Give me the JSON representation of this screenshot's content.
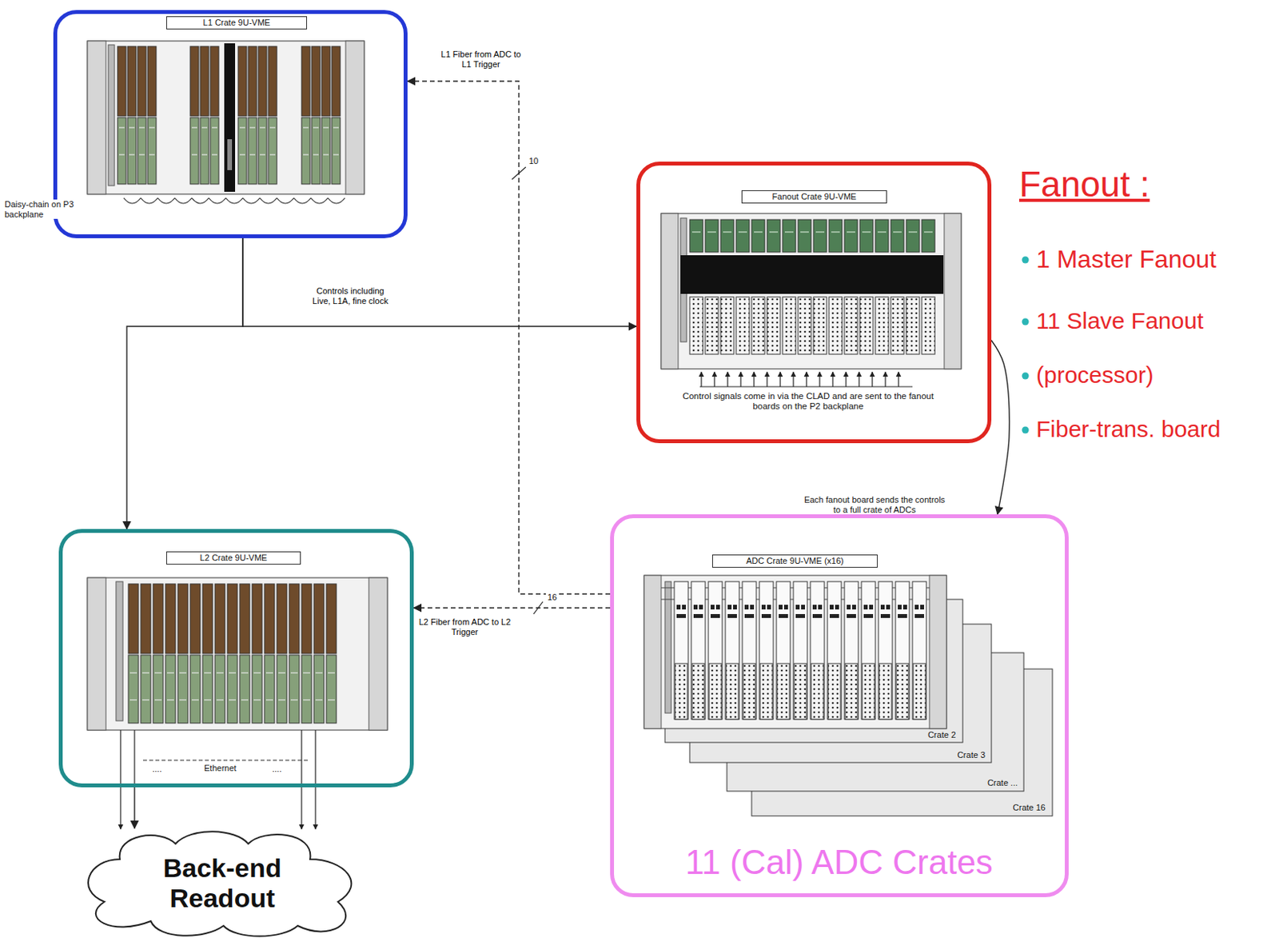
{
  "diagram": {
    "nodes": [
      {
        "text": [
          "L1 Crate 9U-VME"
        ]
      },
      {
        "text": [
          "Fanout Crate 9U-VME",
          "Control signals come in via the CLAD and are sent to the fanout boards on the P2 backplane"
        ]
      },
      {
        "text": [
          "L2 Crate 9U-VME"
        ]
      },
      {
        "text": [
          "ADC Crate 9U-VME (x16)",
          "11 (Cal) ADC Crates"
        ]
      },
      {
        "text": [
          "Back-end Readout"
        ]
      }
    ],
    "edges": [
      {
        "from": 3,
        "to": 0,
        "arrow": "to",
        "label": "L1 Fiber from ADC to L1 Trigger"
      },
      {
        "from": 3,
        "to": 2,
        "arrow": "to",
        "label": "L2 Fiber from ADC to L2 Trigger"
      },
      {
        "from": 0,
        "to": 1,
        "arrow": "to",
        "label": "Controls including Live, L1A, fine clock"
      },
      {
        "from": 0,
        "to": 2,
        "arrow": "to"
      },
      {
        "from": 1,
        "to": 3,
        "arrow": "to"
      },
      {
        "from": 2,
        "to": 4,
        "arrow": "to"
      }
    ],
    "labels": [
      "Daisy-chain on P3 backplane",
      "10",
      "16",
      "Fanout :",
      "1 Master Fanout",
      "11 Slave Fanout",
      "(processor)",
      "Fiber-trans. board",
      "Each fanout board sends the controls to a full crate of ADCs",
      "Crate 2",
      "Crate 3",
      "Crate ...",
      "Crate 16",
      "Ethernet",
      "....",
      "...."
    ]
  }
}
